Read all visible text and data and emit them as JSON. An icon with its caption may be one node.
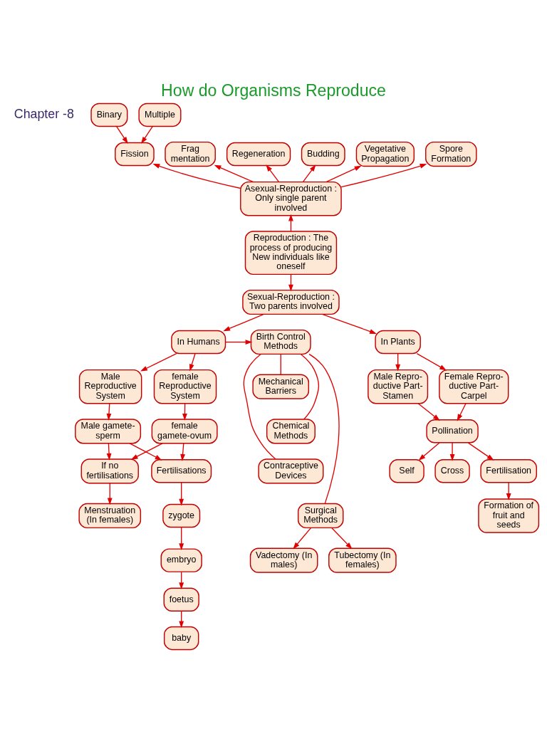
{
  "diagram": {
    "title": "How do Organisms Reproduce",
    "nodes": [
      {
        "text": [
          "Binary"
        ]
      },
      {
        "text": [
          "Multiple"
        ]
      },
      {
        "text": [
          "Fission"
        ]
      },
      {
        "text": [
          "Frag mentation"
        ]
      },
      {
        "text": [
          "Regeneration"
        ]
      },
      {
        "text": [
          "Budding"
        ]
      },
      {
        "text": [
          "Vegetative Propagation"
        ]
      },
      {
        "text": [
          "Spore Formation"
        ]
      },
      {
        "text": [
          "Asexual-Reproduction : Only single parent involved"
        ]
      },
      {
        "text": [
          "Reproduction : The process of producing New individuals like oneself"
        ]
      },
      {
        "text": [
          "Sexual-Reproduction : Two parents involved"
        ]
      },
      {
        "text": [
          "In Humans"
        ]
      },
      {
        "text": [
          "Birth Control Methods"
        ]
      },
      {
        "text": [
          "In Plants"
        ]
      },
      {
        "text": [
          "Male Reproductive System"
        ]
      },
      {
        "text": [
          "female Reproductive System"
        ]
      },
      {
        "text": [
          "Male Repro- ductive Part-Stamen"
        ]
      },
      {
        "text": [
          "Female Repro- ductive Part-Carpel"
        ]
      },
      {
        "text": [
          "Mechanical Barriers"
        ]
      },
      {
        "text": [
          "Male gamete- sperm"
        ]
      },
      {
        "text": [
          "female gamete-ovum"
        ]
      },
      {
        "text": [
          "Chemical Methods"
        ]
      },
      {
        "text": [
          "Pollination"
        ]
      },
      {
        "text": [
          "Self"
        ]
      },
      {
        "text": [
          "Contraceptive Devices"
        ]
      },
      {
        "text": [
          "Cross"
        ]
      },
      {
        "text": [
          "Fertilisations"
        ]
      },
      {
        "text": [
          "If no fertilisations"
        ]
      },
      {
        "text": [
          "Surgical Methods"
        ]
      },
      {
        "text": [
          "Fertilisation"
        ]
      },
      {
        "text": [
          "zygote"
        ]
      },
      {
        "text": [
          "Menstruation (In females)"
        ]
      },
      {
        "text": [
          "Tubectomy (In females)"
        ]
      },
      {
        "text": [
          "Vadectomy (In males)"
        ]
      },
      {
        "text": [
          "Formation of fruit and seeds"
        ]
      },
      {
        "text": [
          "embryo"
        ]
      },
      {
        "text": [
          "foetus"
        ]
      },
      {
        "text": [
          "baby"
        ]
      }
    ],
    "edges": [
      {
        "from": 0,
        "to": 2,
        "arrow": "to"
      },
      {
        "from": 1,
        "to": 2,
        "arrow": "to"
      },
      {
        "from": 8,
        "to": 2,
        "arrow": "to"
      },
      {
        "from": 8,
        "to": 3,
        "arrow": "to"
      },
      {
        "from": 8,
        "to": 4,
        "arrow": "to"
      },
      {
        "from": 8,
        "to": 5,
        "arrow": "to"
      },
      {
        "from": 8,
        "to": 6,
        "arrow": "to"
      },
      {
        "from": 8,
        "to": 7,
        "arrow": "to"
      },
      {
        "from": 9,
        "to": 8,
        "arrow": "to"
      },
      {
        "from": 9,
        "to": 10,
        "arrow": "to"
      },
      {
        "from": 10,
        "to": 11,
        "arrow": "to"
      },
      {
        "from": 10,
        "to": 13,
        "arrow": "to"
      },
      {
        "from": 11,
        "to": 12,
        "arrow": "to"
      },
      {
        "from": 11,
        "to": 14,
        "arrow": "to"
      },
      {
        "from": 11,
        "to": 15,
        "arrow": "to"
      },
      {
        "from": 14,
        "to": 19,
        "arrow": "to"
      },
      {
        "from": 15,
        "to": 20,
        "arrow": "to"
      },
      {
        "from": 19,
        "to": 26,
        "arrow": "to"
      },
      {
        "from": 19,
        "to": 27,
        "arrow": "to"
      },
      {
        "from": 20,
        "to": 26,
        "arrow": "to"
      },
      {
        "from": 20,
        "to": 27,
        "arrow": "to"
      },
      {
        "from": 12,
        "to": 18,
        "arrow": "none"
      },
      {
        "from": 12,
        "to": 21,
        "arrow": "none"
      },
      {
        "from": 12,
        "to": 24,
        "arrow": "none"
      },
      {
        "from": 12,
        "to": 28,
        "arrow": "none"
      },
      {
        "from": 28,
        "to": 32,
        "arrow": "to"
      },
      {
        "from": 28,
        "to": 33,
        "arrow": "to"
      },
      {
        "from": 13,
        "to": 16,
        "arrow": "to"
      },
      {
        "from": 13,
        "to": 17,
        "arrow": "to"
      },
      {
        "from": 16,
        "to": 22,
        "arrow": "to"
      },
      {
        "from": 17,
        "to": 22,
        "arrow": "to"
      },
      {
        "from": 22,
        "to": 23,
        "arrow": "to"
      },
      {
        "from": 22,
        "to": 25,
        "arrow": "to"
      },
      {
        "from": 22,
        "to": 29,
        "arrow": "to"
      },
      {
        "from": 29,
        "to": 34,
        "arrow": "to"
      },
      {
        "from": 26,
        "to": 30,
        "arrow": "to"
      },
      {
        "from": 30,
        "to": 35,
        "arrow": "to"
      },
      {
        "from": 35,
        "to": 36,
        "arrow": "to"
      },
      {
        "from": 36,
        "to": 37,
        "arrow": "to"
      },
      {
        "from": 27,
        "to": 31,
        "arrow": "to"
      }
    ],
    "labels": [
      "Chapter -8"
    ]
  }
}
